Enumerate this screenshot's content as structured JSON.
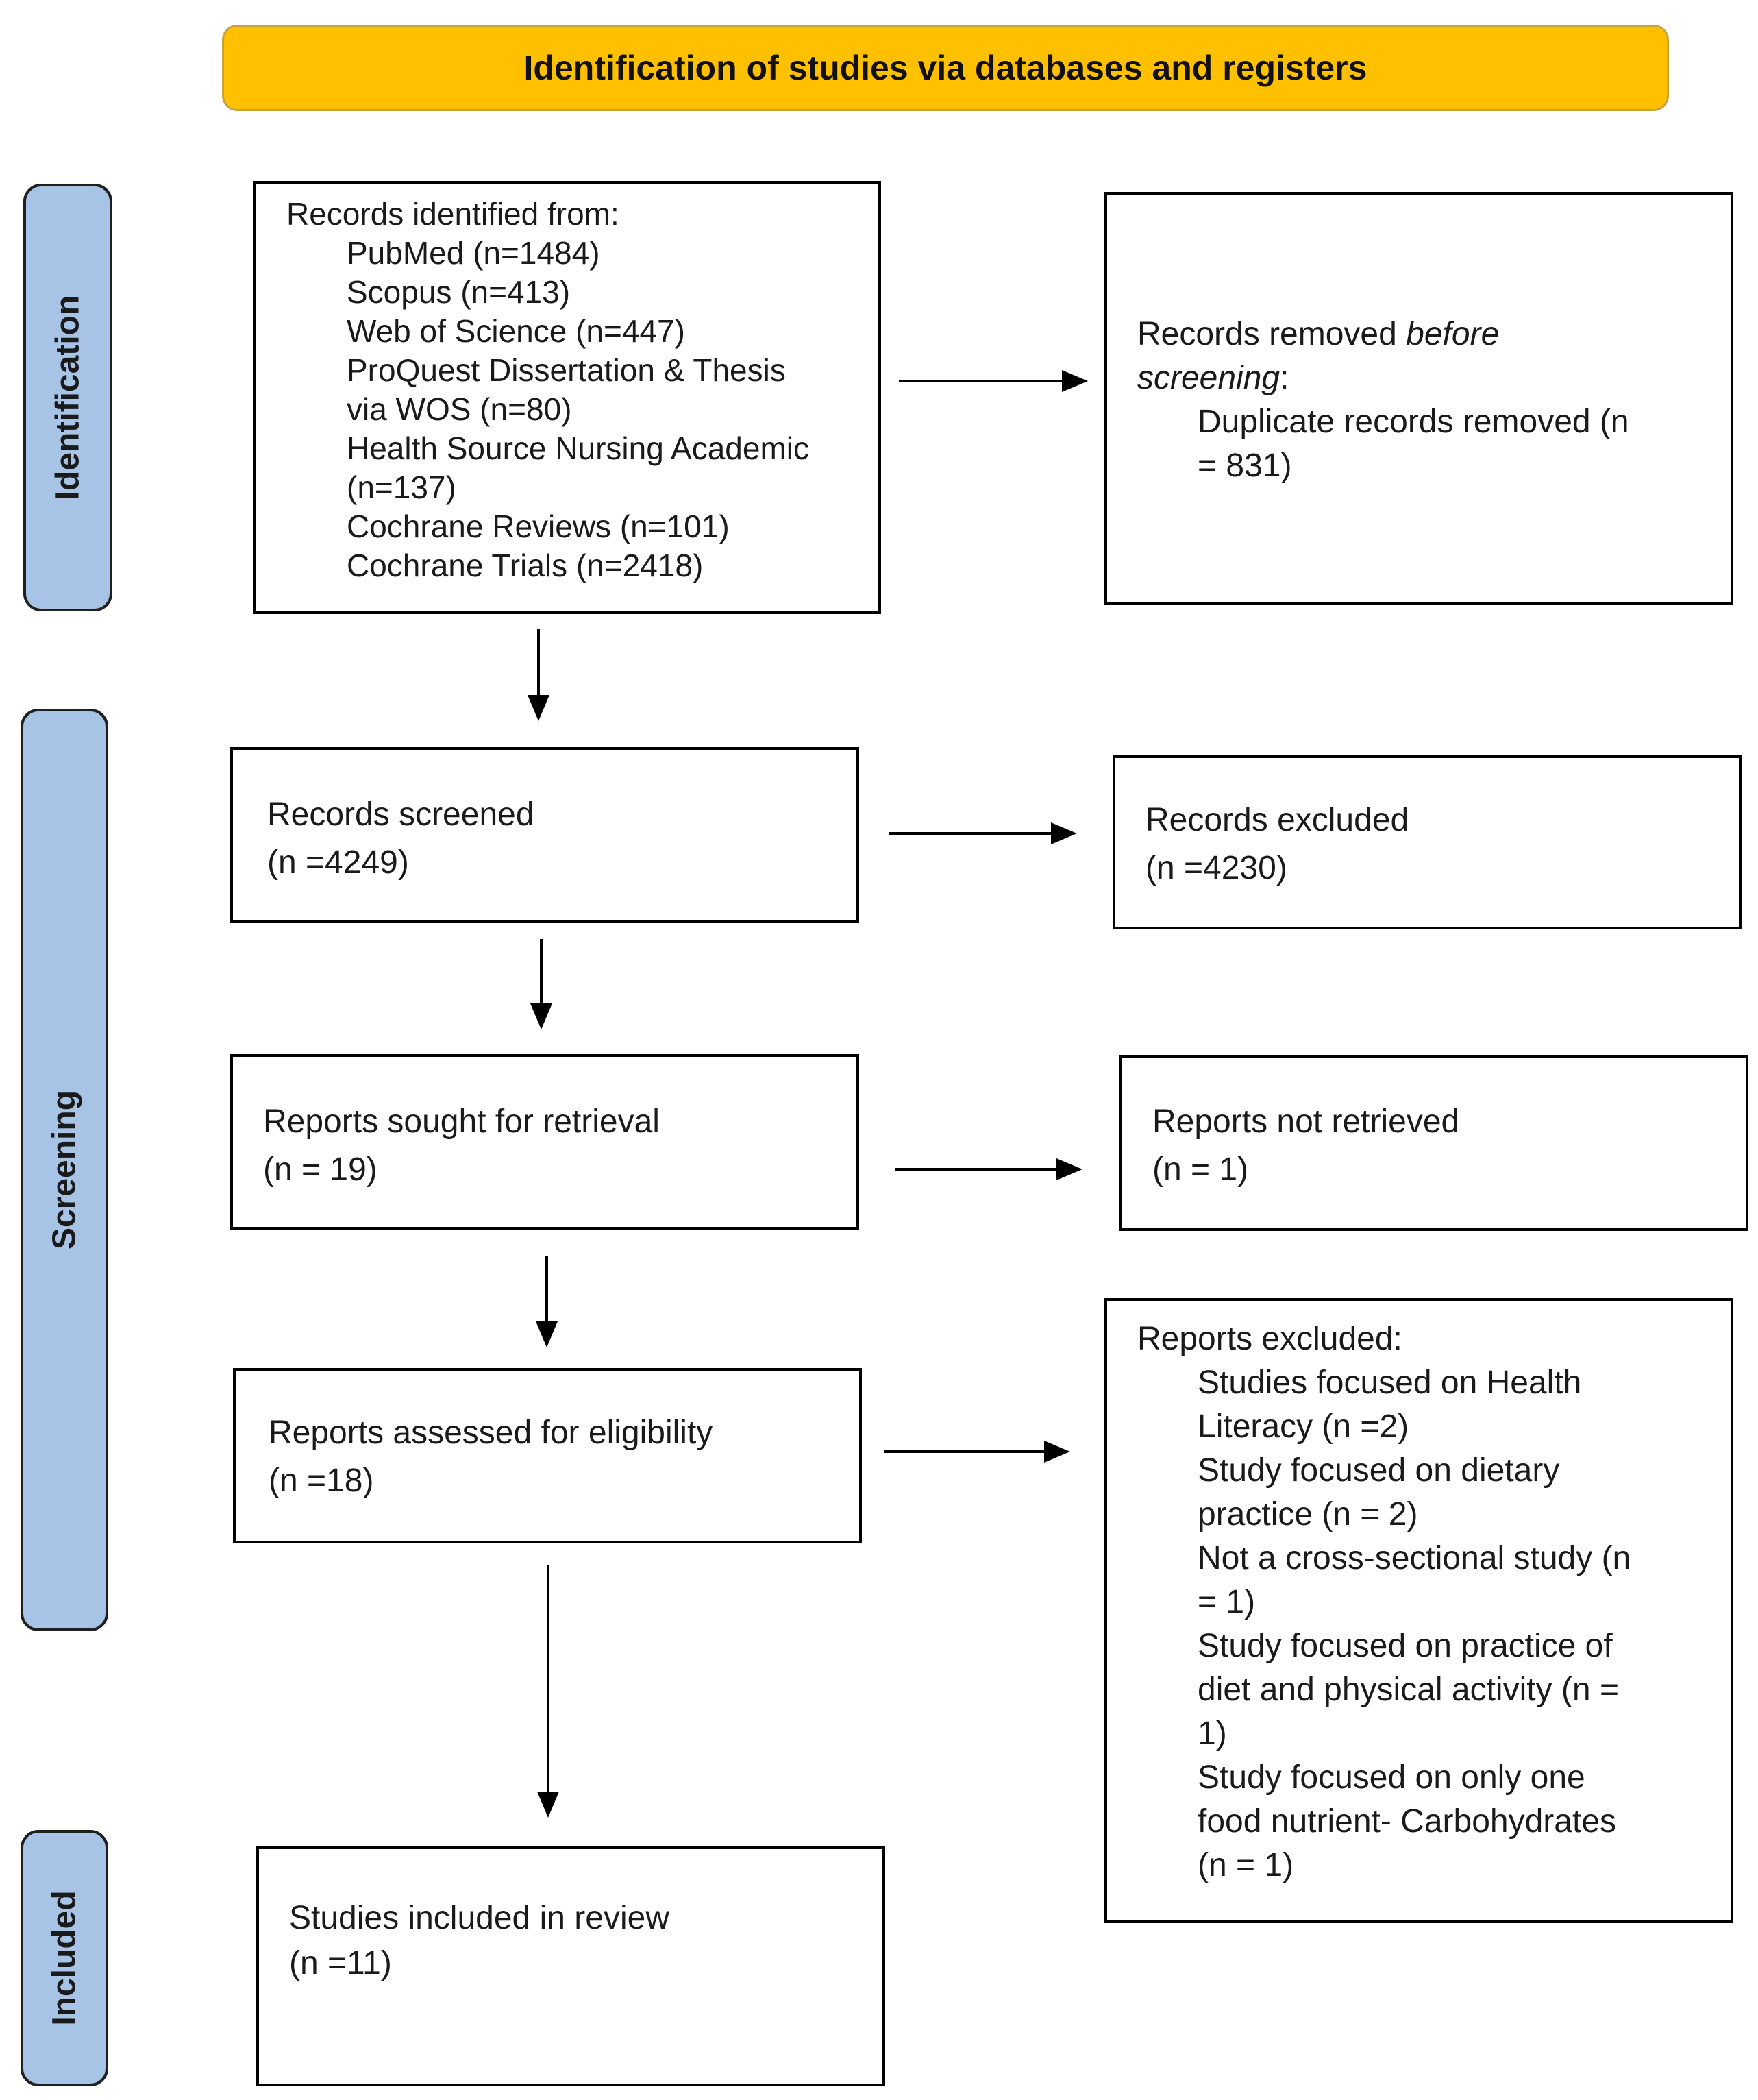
{
  "header": {
    "title": "Identification of studies via databases and registers"
  },
  "stages": {
    "identification": "Identification",
    "screening": "Screening",
    "included": "Included"
  },
  "records_identified": {
    "heading": "Records identified from:",
    "sources": [
      "PubMed (n=1484)",
      "Scopus (n=413)",
      "Web of Science (n=447)",
      "ProQuest Dissertation & Thesis",
      "via WOS (n=80)",
      "Health Source Nursing Academic",
      "(n=137)",
      "Cochrane Reviews (n=101)",
      "Cochrane Trials (n=2418)"
    ]
  },
  "records_removed": {
    "line1_prefix": "Records removed ",
    "line1_italic": "before",
    "line2_italic": "screening",
    "line2_suffix": ":",
    "detail_line1": "Duplicate records removed (n",
    "detail_line2": "= 831)"
  },
  "records_screened": {
    "line1": "Records screened",
    "line2": "(n =4249)"
  },
  "records_excluded": {
    "line1": "Records excluded",
    "line2": "(n =4230)"
  },
  "reports_sought": {
    "line1": "Reports sought for retrieval",
    "line2": "(n = 19)"
  },
  "reports_not_retrieved": {
    "line1": "Reports not retrieved",
    "line2": "(n = 1)"
  },
  "reports_assessed": {
    "line1": "Reports assessed for eligibility",
    "line2": "(n =18)"
  },
  "reports_excluded": {
    "heading": "Reports excluded:",
    "lines": [
      "Studies focused on Health",
      "Literacy (n =2)",
      "Study focused on dietary",
      "practice (n = 2)",
      "Not a cross-sectional study (n",
      "= 1)",
      "Study focused on practice of",
      "diet and physical activity (n =",
      "1)",
      "Study focused on only one",
      "food nutrient- Carbohydrates",
      "(n = 1)"
    ]
  },
  "studies_included": {
    "line1": "Studies included in review",
    "line2": "(n =11)"
  },
  "colors": {
    "header_fill": "#ffc000",
    "stage_fill": "#a7c4e7",
    "box_border": "#000000"
  }
}
